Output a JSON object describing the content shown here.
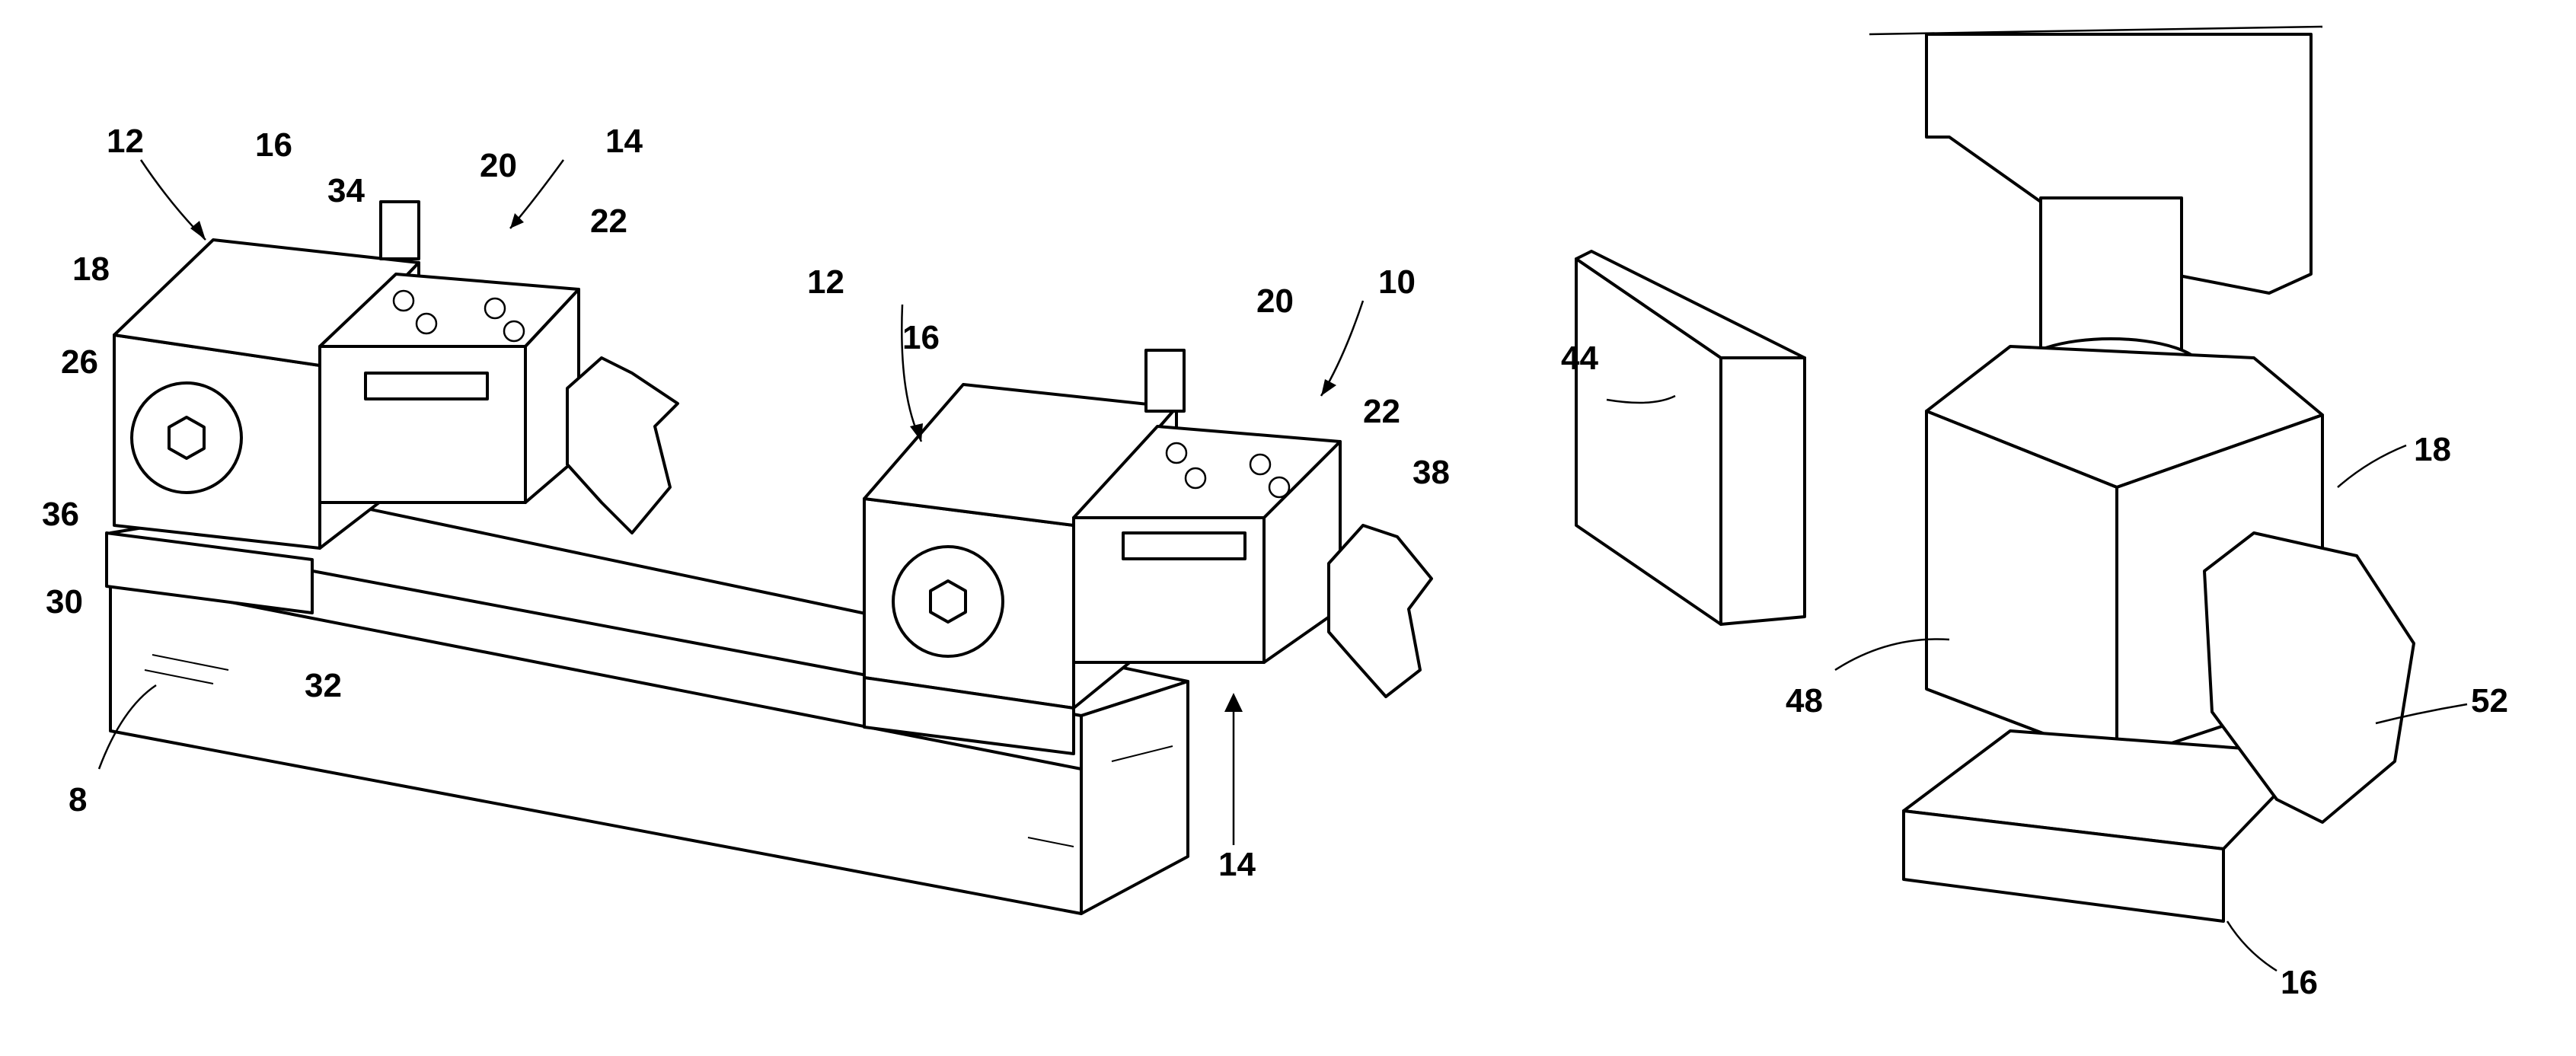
{
  "figure": {
    "reference_numerals": {
      "n12_left": "12",
      "n16_left": "16",
      "n34": "34",
      "n20_left": "20",
      "n14_top": "14",
      "n22_left": "22",
      "n18_left": "18",
      "n26": "26",
      "n36": "36",
      "n30": "30",
      "n32": "32",
      "n8": "8",
      "n12_mid": "12",
      "n16_mid": "16",
      "n20_mid": "20",
      "n10": "10",
      "n22_mid": "22",
      "n38": "38",
      "n14_bottom": "14",
      "n44": "44",
      "n18_right": "18",
      "n48": "48",
      "n52": "52",
      "n16_right": "16"
    }
  }
}
